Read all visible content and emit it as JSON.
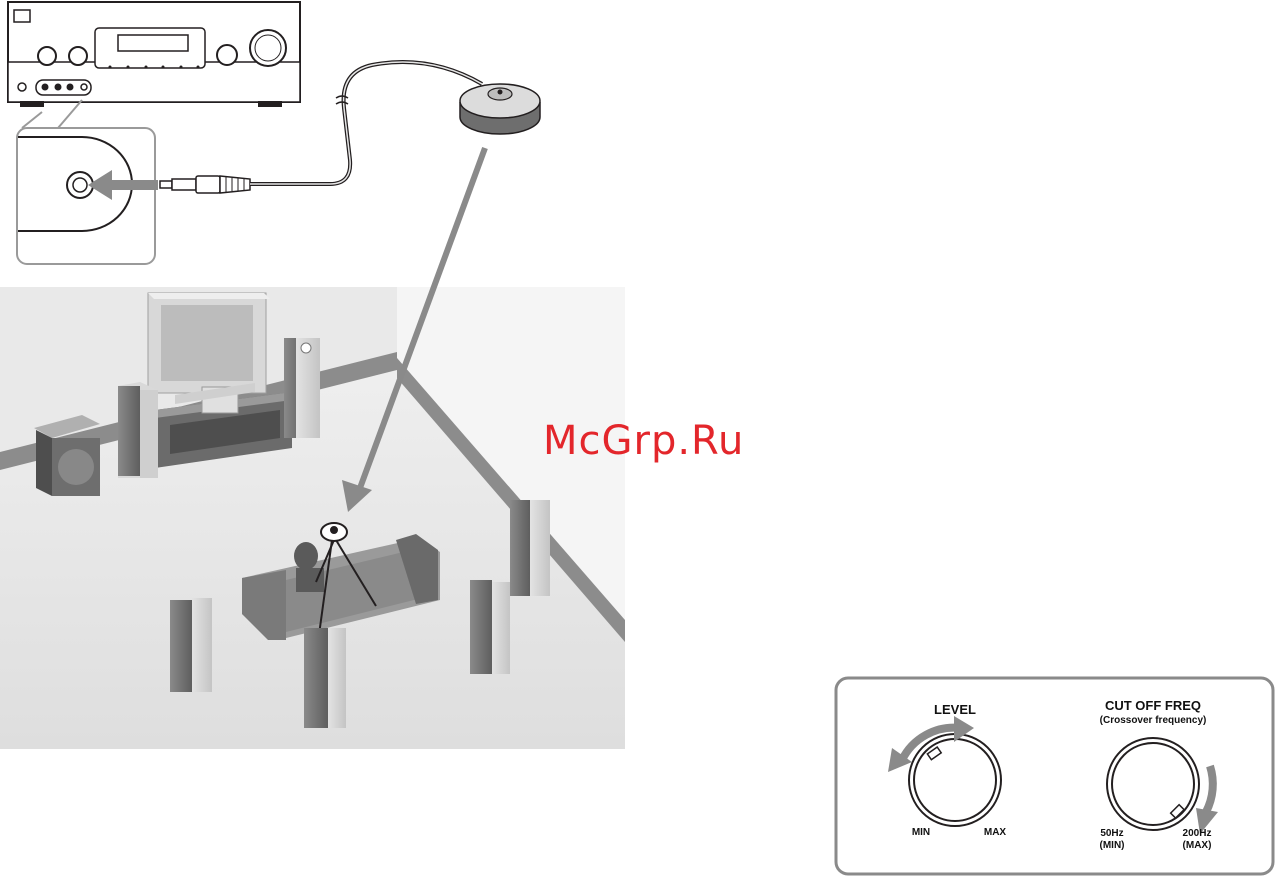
{
  "watermark": "McGrp.Ru",
  "subwoofer_panel": {
    "level": {
      "title": "LEVEL",
      "min_label": "MIN",
      "max_label": "MAX",
      "setting_fraction": 0.3
    },
    "cutoff": {
      "title": "CUT OFF FREQ",
      "subtitle": "(Crossover frequency)",
      "min_label": "50Hz",
      "min_sub": "(MIN)",
      "max_label": "200Hz",
      "max_sub": "(MAX)",
      "setting_fraction": 0.95
    }
  },
  "colors": {
    "line": "#231f20",
    "arrow": "#7f7f7f",
    "wall": "#e6e6e6",
    "floor": "#efefef",
    "speaker_dark": "#6b6b6b",
    "speaker_light": "#d9d9d9",
    "watermark": "#e3262b"
  }
}
